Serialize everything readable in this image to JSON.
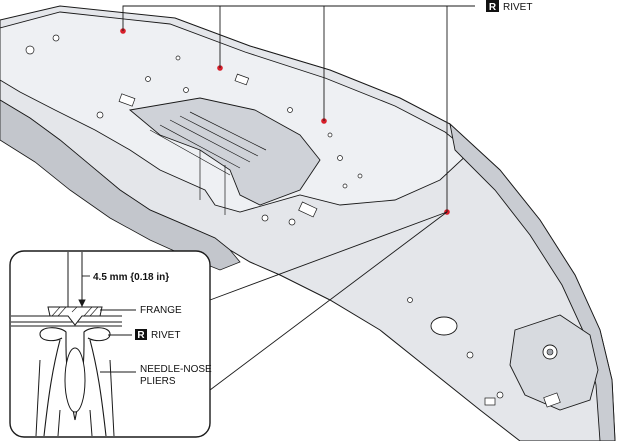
{
  "callouts": {
    "rivet_top": {
      "badge": "R",
      "label": "RIVET"
    },
    "dimension": "4.5 mm {0.18 in}",
    "frange": "FRANGE",
    "rivet_detail": {
      "badge": "R",
      "label": "RIVET"
    },
    "pliers_line1": "NEEDLE-NOSE",
    "pliers_line2": "PLIERS"
  },
  "colors": {
    "part_fill": "#e4e6ea",
    "part_shadow": "#b9bcc2",
    "line": "#1a1a1a",
    "rivet_marker": "#d81e2a",
    "badge_bg": "#111111"
  }
}
